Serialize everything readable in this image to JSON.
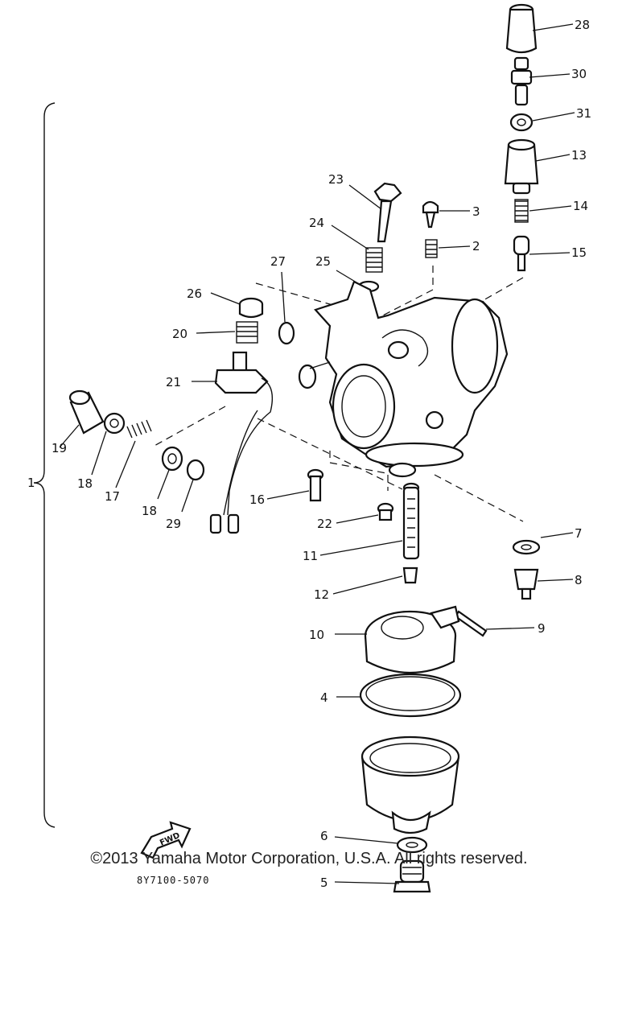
{
  "diagram": {
    "callouts": [
      "28",
      "30",
      "31",
      "13",
      "14",
      "15",
      "23",
      "3",
      "2",
      "24",
      "25",
      "27",
      "26",
      "20",
      "21",
      "19",
      "18",
      "17",
      "18",
      "29",
      "1",
      "16",
      "22",
      "11",
      "12",
      "7",
      "8",
      "9",
      "10",
      "4",
      "6",
      "5"
    ],
    "fwd_marker": "FWD",
    "drawing_number": "8Y7100-5070"
  },
  "copyright": "©2013 Yamaha Motor Corporation, U.S.A. All rights reserved."
}
